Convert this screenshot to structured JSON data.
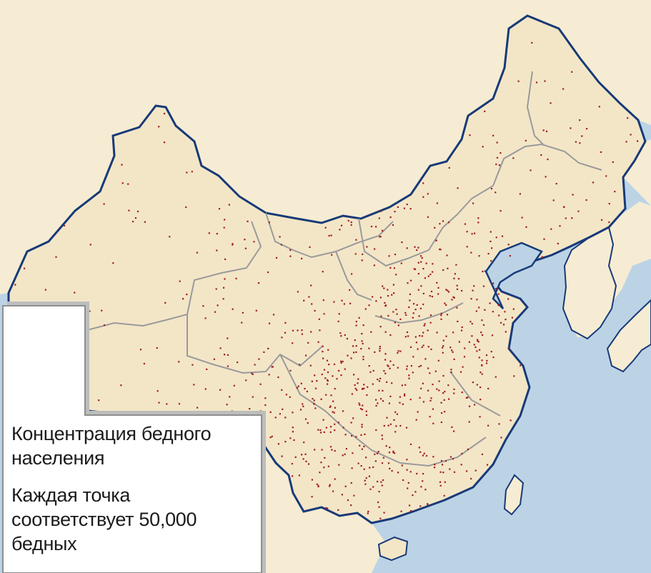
{
  "map": {
    "colors": {
      "sea": "#bcd3e6",
      "land": "#f3e6c7",
      "foreign_land": "#f6ecd3",
      "border": "#2a2a2a",
      "province_line": "#9a9a9a",
      "dot": "#a01e22",
      "coast": "#173a78"
    }
  },
  "legend": {
    "title_line1": "Концентрация бедного",
    "title_line2": "населения",
    "note_line1": "Каждая точка",
    "note_line2": "соответствует 50,000",
    "note_line3": "бедных"
  }
}
